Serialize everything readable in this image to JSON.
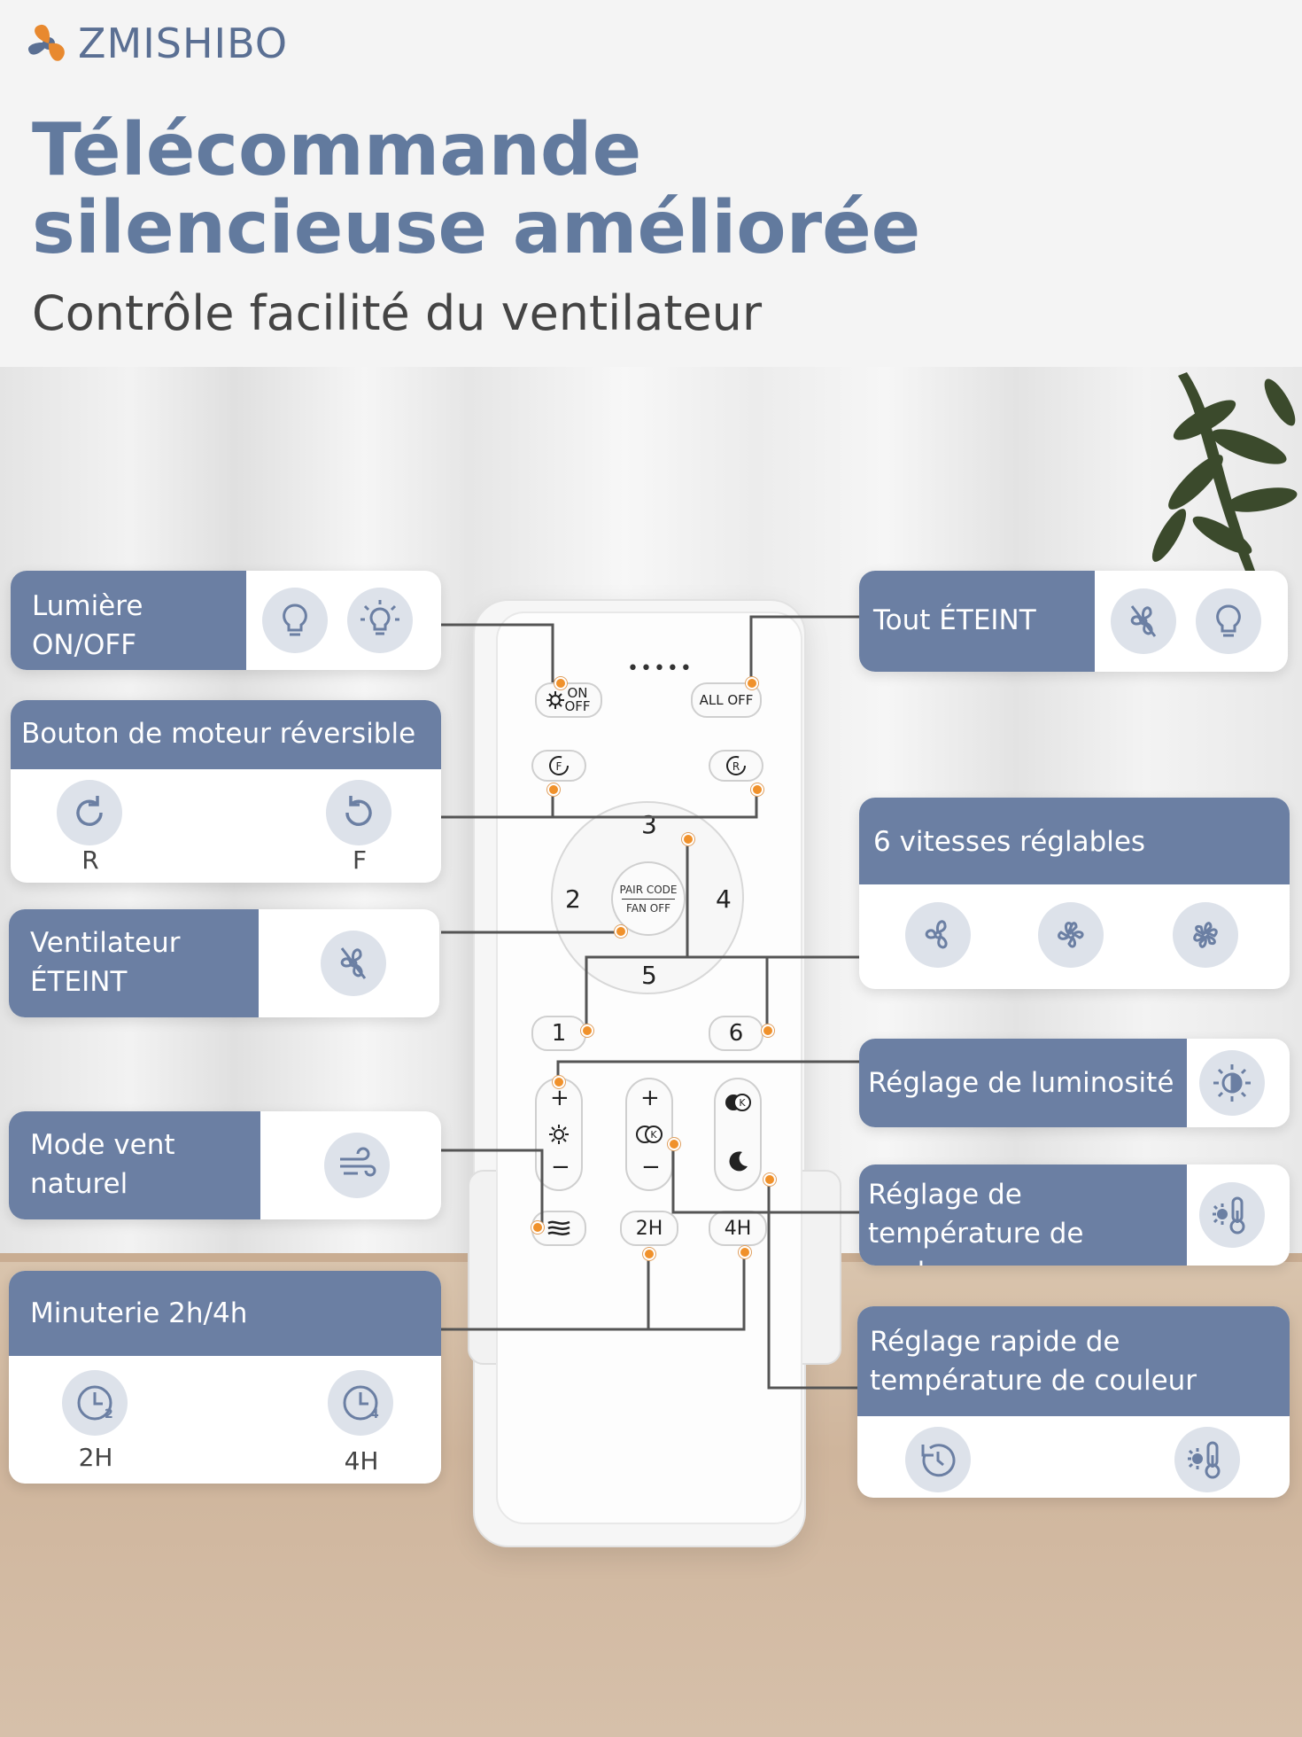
{
  "brand": {
    "logo_text": "ZMISHIBO"
  },
  "header": {
    "title": "Télécommande silencieuse améliorée",
    "subtitle": "Contrôle facilité du ventilateur"
  },
  "remote": {
    "on_off_on": "ON",
    "on_off_off": "OFF",
    "all_off": "ALL OFF",
    "reverse_f": "F",
    "reverse_r": "R",
    "pair_code": "PAIR CODE",
    "fan_off": "FAN OFF",
    "speed_1": "1",
    "speed_2": "2",
    "speed_3": "3",
    "speed_4": "4",
    "speed_5": "5",
    "speed_6": "6",
    "plus": "+",
    "minus": "−",
    "timer_2h": "2H",
    "timer_4h": "4H",
    "leds": "•••••"
  },
  "callouts": {
    "light": {
      "label": "Lumière ON/OFF",
      "icons": [
        "bulb-off-icon",
        "bulb-on-icon"
      ]
    },
    "all_off": {
      "label": "Tout ÉTEINT",
      "icons": [
        "fan-off-icon",
        "bulb-icon"
      ]
    },
    "reverse": {
      "label": "Bouton de moteur réversible",
      "left_caption": "R",
      "right_caption": "F"
    },
    "speeds": {
      "label": "6 vitesses réglables",
      "icons": [
        "fan-3-blade-icon",
        "fan-5-blade-icon",
        "fan-6-blade-icon"
      ]
    },
    "fan_off": {
      "label": "Ventilateur ÉTEINT"
    },
    "brightness": {
      "label": "Réglage de luminosité"
    },
    "natural_wind": {
      "label": "Mode vent naturel"
    },
    "color_temp": {
      "label": "Réglage de température de couleur"
    },
    "timer": {
      "label": "Minuterie  2h/4h",
      "left_caption": "2H",
      "right_caption": "4H"
    },
    "quick_temp": {
      "label": "Réglage rapide de température de couleur"
    }
  },
  "colors": {
    "band": "#6b7fa3",
    "title": "#627a9e",
    "accent_dot": "#f0912b",
    "icon_bg": "#dde2ea"
  }
}
